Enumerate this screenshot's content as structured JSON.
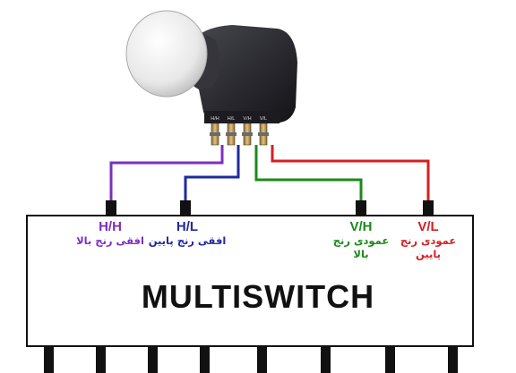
{
  "multiswitch": {
    "title": "MULTISWITCH",
    "outputs_count": 8
  },
  "lnb": {
    "port_labels": [
      "H/H",
      "H/L",
      "V/H",
      "V/L"
    ]
  },
  "inputs": [
    {
      "code": "H/H",
      "desc": "افقی رنج بالا",
      "color": "#7b2fbf"
    },
    {
      "code": "H/L",
      "desc": "افقی رنج پایین",
      "color": "#1f2a9c"
    },
    {
      "code": "V/H",
      "desc_line1": "عمودی رنج",
      "desc_line2": "بالا",
      "color": "#1a8a1a"
    },
    {
      "code": "V/L",
      "desc_line1": "عمودی رنج",
      "desc_line2": "پایین",
      "color": "#d42020"
    }
  ],
  "colors": {
    "purple": "#7b2fbf",
    "blue": "#1f2a9c",
    "green": "#1a8a1a",
    "red": "#d42020",
    "box_border": "#111111"
  }
}
